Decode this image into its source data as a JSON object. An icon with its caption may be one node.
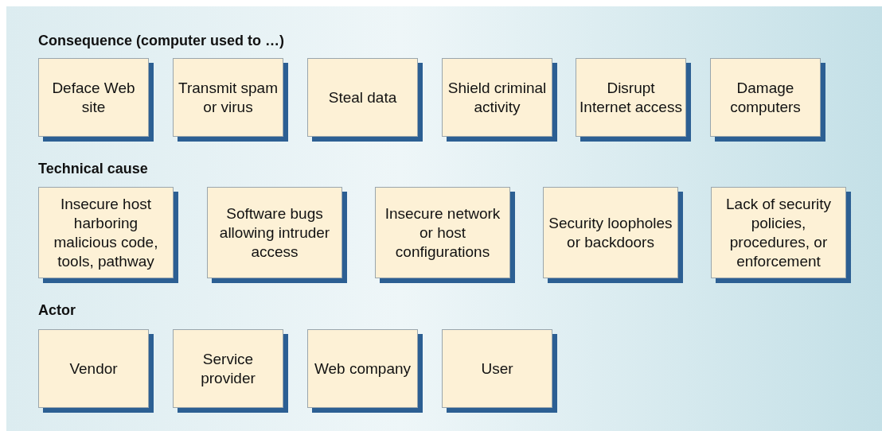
{
  "diagram": {
    "nodes": [
      {
        "text": [
          "Deface Web site"
        ]
      },
      {
        "text": [
          "Transmit spam or virus"
        ]
      },
      {
        "text": [
          "Steal data"
        ]
      },
      {
        "text": [
          "Shield criminal activity"
        ]
      },
      {
        "text": [
          "Disrupt Internet access"
        ]
      },
      {
        "text": [
          "Damage computers"
        ]
      },
      {
        "text": [
          "Insecure host harboring malicious code, tools, pathway"
        ]
      },
      {
        "text": [
          "Software bugs allowing intruder access"
        ]
      },
      {
        "text": [
          "Insecure network or host configurations"
        ]
      },
      {
        "text": [
          "Security loopholes or backdoors"
        ]
      },
      {
        "text": [
          "Lack of security policies, procedures, or enforcement"
        ]
      },
      {
        "text": [
          "Vendor"
        ]
      },
      {
        "text": [
          "Service provider"
        ]
      },
      {
        "text": [
          "Web company"
        ]
      },
      {
        "text": [
          "User"
        ]
      }
    ],
    "edges": [],
    "labels": [
      "Consequence (computer used to …)",
      "Technical cause",
      "Actor"
    ]
  }
}
